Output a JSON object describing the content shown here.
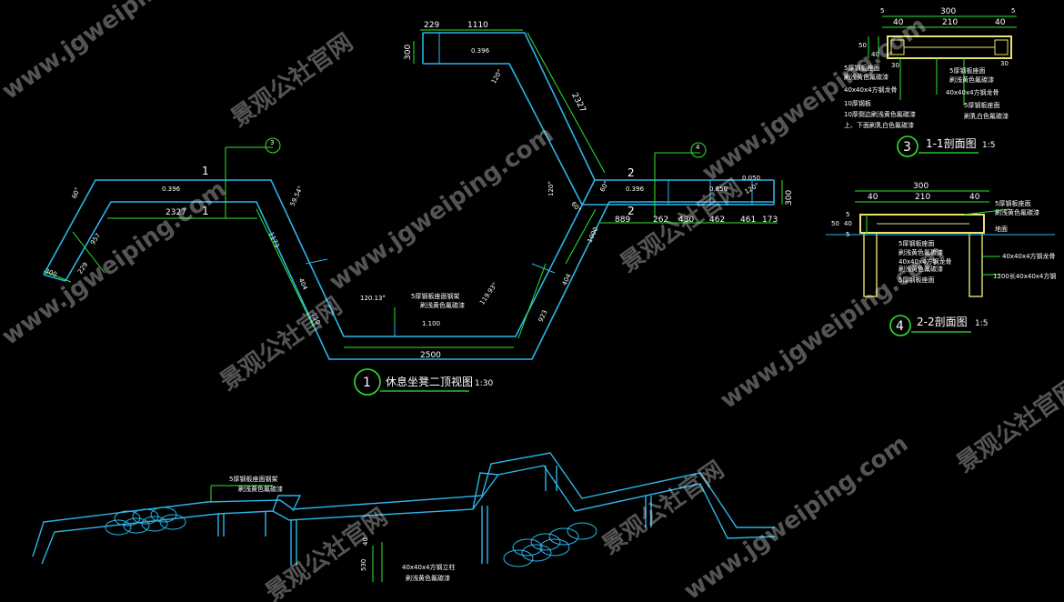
{
  "watermark": {
    "url": "www.jgweiping.com",
    "cn": "景观公社官网"
  },
  "plan": {
    "number": "1",
    "title": "休息坐凳二顶视图",
    "scale": "1:30",
    "dims": {
      "top_229": "229",
      "top_1110": "1110",
      "left_300": "300",
      "d_2327_right": "2327",
      "d_0396_top": "0.396",
      "a_120_top": "120°",
      "a_60_left": "60°",
      "d_0396_left": "0.396",
      "a_5954": "59.54°",
      "d_2327_left": "2327",
      "d_957": "957",
      "d_229_bl": "229",
      "d_300_bl": "300",
      "d_1173": "1173",
      "d_404_l": "404",
      "d_750": "750",
      "a_12013": "120.13°",
      "a_11993": "119.93°",
      "note_mid_1": "5厚钢板座面钢架",
      "note_mid_2": "刷浅黄色氟碳漆",
      "d_1100": "1.100",
      "d_2500": "2500",
      "d_923": "923",
      "d_404_r": "404",
      "d_1000": "1000",
      "a_120_mid": "120°",
      "a_60_mid": "60°",
      "a_60_r": "60°",
      "d_0396_r": "0.396",
      "d_0850": "0.850",
      "d_0050": "0.050",
      "a_120_r": "120°",
      "d_300_r": "300",
      "d_889": "889",
      "d_262": "262",
      "d_430": "430",
      "d_462": "462",
      "d_461": "461",
      "d_173": "173"
    },
    "cuts": {
      "c1": "1",
      "c2": "2",
      "ref3": "3",
      "ref4": "4"
    }
  },
  "section11": {
    "number": "3",
    "title": "1-1剖面图",
    "scale": "1:5",
    "dims": {
      "w300": "300",
      "w40a": "40",
      "w210": "210",
      "w40b": "40",
      "d5a": "5",
      "d5b": "5",
      "d30a": "30",
      "d30b": "30",
      "h50": "50",
      "h40": "40"
    },
    "notes": [
      "5厚钢板座面",
      "刷浅黄色氟碳漆",
      "40x40x4方钢龙骨",
      "10厚钢板",
      "10厚倒边刷浅黄色氟碳漆",
      "上、下面刷乳白色氟碳漆"
    ],
    "notes_right": [
      "5厚钢板座面",
      "刷浅黄色氟碳漆",
      "40x40x4方钢龙骨",
      "5厚钢板座面",
      "刷乳白色氟碳漆"
    ]
  },
  "section22": {
    "number": "4",
    "title": "2-2剖面图",
    "scale": "1:5",
    "dims": {
      "w300": "300",
      "w40a": "40",
      "w210": "210",
      "w40b": "40",
      "h50": "50",
      "h40": "40",
      "h5a": "5",
      "h5b": "5"
    },
    "notes_left": [
      "5厚钢板座面",
      "刷浅黄色氟碳漆",
      "40x40x4方钢龙骨",
      "刷浅黄色氟碳漆",
      "5厚钢板座面"
    ],
    "notes_right": [
      "5厚钢板座面",
      "刷浅黄色氟碳漆",
      "地面",
      "40x40x4方钢龙骨",
      "1200长40x40x4方钢"
    ]
  },
  "elevation": {
    "note_top_1": "5厚钢板座面钢架",
    "note_top_2": "刷浅黄色氟碳漆",
    "note_bot_1": "40x40x4方钢立柱",
    "note_bot_2": "刷浅黄色氟碳漆",
    "d_40": "40",
    "d_530": "530"
  },
  "colors": {
    "outline": "#2bb6ea",
    "dim": "#2ee62e",
    "section": "#e9e36b",
    "circle": "#2ee62e"
  }
}
